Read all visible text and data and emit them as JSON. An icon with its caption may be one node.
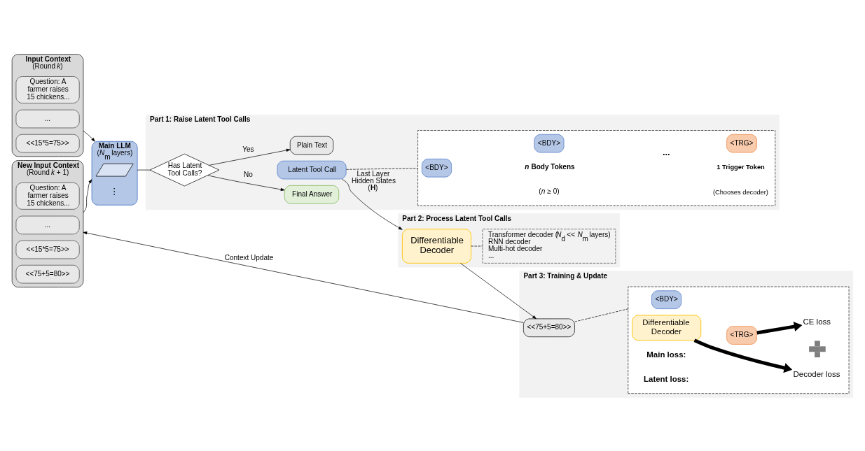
{
  "diagram": {
    "nodes": [
      {
        "text": [
          "Input Context",
          "(Round *k*)"
        ]
      },
      {
        "text": [
          "Question: A farmer raises 15 chickens..."
        ],
        "in": 0
      },
      {
        "text": [
          "..."
        ],
        "in": 0
      },
      {
        "text": [
          "<<15*5=75>>"
        ],
        "in": 0
      },
      {
        "text": [
          "New Input Context",
          "(Round *k* + 1)"
        ]
      },
      {
        "text": [
          "Question: A farmer raises 15 chickens..."
        ],
        "in": 4
      },
      {
        "text": [
          "..."
        ],
        "in": 4
      },
      {
        "text": [
          "<<15*5=75>>"
        ],
        "in": 4
      },
      {
        "text": [
          "<<75+5=80>>"
        ],
        "in": 4
      },
      {
        "text": [
          "Main LLM",
          "(*N*$_{m}$ layers)"
        ]
      },
      {
        "text": [],
        "shape": "picture",
        "in": 9
      },
      {
        "text": [
          "Part 1: Raise Latent Tool Calls"
        ]
      },
      {
        "text": [
          "Has Latent Tool Calls?"
        ],
        "in": 11
      },
      {
        "text": [
          "Final Answer"
        ],
        "in": 11
      },
      {
        "text": [
          "Plain Text"
        ],
        "in": 11
      },
      {
        "text": [
          "Latent Tool Call"
        ],
        "in": 11
      },
      {
        "text": [],
        "shape": "box",
        "in": 11
      },
      {
        "text": [
          "<BDY>"
        ],
        "in": 16
      },
      {
        "text": [
          "<BDY>"
        ],
        "in": 16
      },
      {
        "text": [
          "<TRG>"
        ],
        "in": 16,
        "beside": [
          "1 Trigger Token",
          "(Chooses decoder)"
        ]
      },
      {
        "text": [
          "Part 2: Process Latent Tool Calls"
        ]
      },
      {
        "text": [
          "Differentiable Decoder"
        ],
        "in": 20
      },
      {
        "text": [
          "Transformer decoder (*N*$_{d}$ << *N*$_{m}$ layers)",
          "RNN decoder",
          "Multi-hot decoder",
          "..."
        ],
        "in": 20
      },
      {
        "text": [
          "Part 3: Training & Update"
        ]
      },
      {
        "text": [
          "<<75+5=80>>"
        ],
        "in": 23
      },
      {
        "text": [],
        "shape": "box",
        "in": 23
      },
      {
        "text": [
          "<BDY>"
        ],
        "in": 25
      },
      {
        "text": [
          "<TRG>"
        ],
        "in": 25
      },
      {
        "text": [
          "CE loss"
        ],
        "in": 25
      },
      {
        "text": [],
        "shape": "plus",
        "in": 25
      },
      {
        "text": [
          "Differentiable Decoder"
        ],
        "in": 25
      },
      {
        "text": [
          "Decoder loss"
        ],
        "in": 25
      }
    ],
    "edges": [
      {
        "from": 0,
        "to": 9,
        "arrow": "to"
      },
      {
        "from": 4,
        "to": 9,
        "arrow": "to"
      },
      {
        "from": 9,
        "to": 12,
        "arrow": "none"
      },
      {
        "from": 12,
        "to": 13,
        "arrow": "to",
        "label": "No"
      },
      {
        "from": 12,
        "to": 14,
        "arrow": "to",
        "label": "Yes"
      },
      {
        "from": 15,
        "to": 16,
        "arrow": "none",
        "style": "dashed"
      },
      {
        "from": 15,
        "to": 21,
        "arrow": "to",
        "label": "Last Layer Hidden States (**H**)"
      },
      {
        "from": 21,
        "to": 22,
        "arrow": "none",
        "style": "dashed"
      },
      {
        "from": 21,
        "to": 24,
        "arrow": "to"
      },
      {
        "from": 24,
        "to": 25,
        "arrow": "none",
        "style": "dashed"
      },
      {
        "from": 24,
        "to": 4,
        "arrow": "to",
        "label": "Context Update"
      },
      {
        "from": 27,
        "to": 28,
        "arrow": "to",
        "style": "thick"
      },
      {
        "from": 30,
        "to": 31,
        "arrow": "to",
        "style": "thick"
      }
    ],
    "labels": [
      "...",
      "*n* Body Tokens",
      "(*n* ≥ 0)",
      "⋮",
      "Main loss:",
      "Latent loss:"
    ]
  }
}
